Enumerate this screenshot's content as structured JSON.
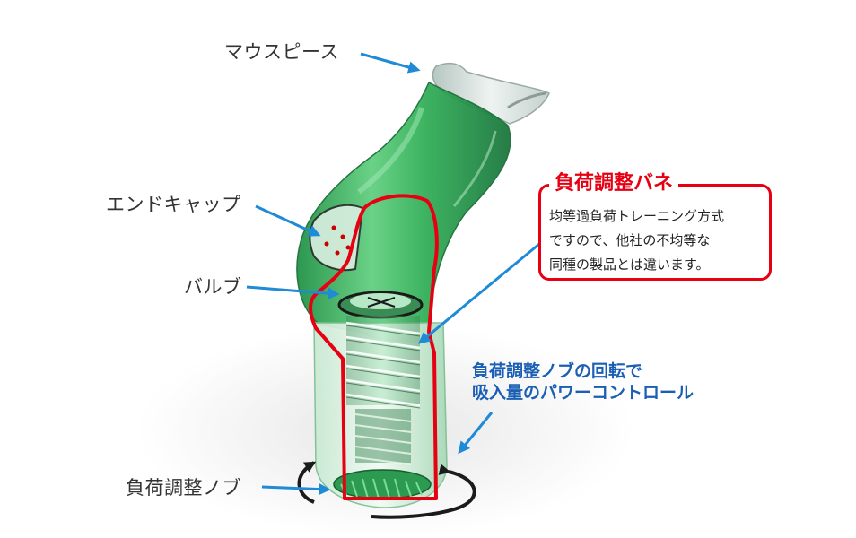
{
  "labels": {
    "mouthpiece": "マウスピース",
    "end_cap": "エンドキャップ",
    "valve": "バルブ",
    "load_knob": "負荷調整ノブ"
  },
  "callout": {
    "title": "負荷調整バネ",
    "lines": [
      "均等過負荷トレーニング方式",
      "ですので、他社の不均等な",
      "同種の製品とは違います。"
    ]
  },
  "note": {
    "lines": [
      "負荷調整ノブの回転で",
      "吸入量のパワーコントロール"
    ]
  },
  "colors": {
    "device_green": "#2fae55",
    "callout_red": "#e60012",
    "arrow_blue": "#1f8ad6",
    "note_blue": "#1a5fb4"
  }
}
